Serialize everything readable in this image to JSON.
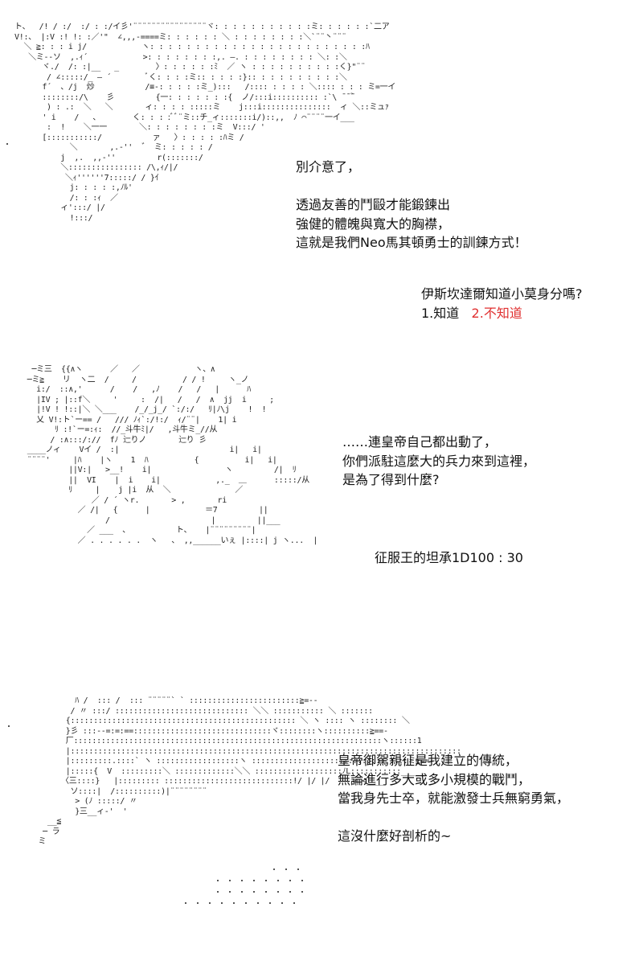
{
  "panel1": {
    "art": "ト、  /! / :/  :/ : :/イ彡'¨¨¨¨¨¨¨¨¨¨¨¨¨¨¨¨ヾ: : : : : : : : : : :ミ: : : : : :`二ア\nV!:、 |:V :! !: :／'\"  ∠,,,-====ミ: : : : : : ＼ : : : : : : : :＼`¨¨丶¨¨¨\n  ＼ ≧: : : i j/            ヽ: : : : : : : : : : : : : : : : : : : : : : : :ﾊ\n   ＼ミ--ソ  ,.ｨ´            >: : : : : : : :,. ―. : : : : : : : : ＼: :＼\n      ヾ./  /: :|__   _        〉: : : : : :ﾐ  ／ ヽ : : : : : : : : : :く}\"¨¨\n       / ∠:::::/_ ― ´        ﾞく: : : :ミ:: : : : :}:: : : : : : : : : :＼\n      f´  、/j  炒           /≡-: : : : :ミ_):::   /:::: : : : : ＼:::: : : : ミ=一イ\n      ::::::::/\\    彡         {一: : : : : : :{  ノ/:::i:::::::::: :`\\ ̄ ̄ ̄ﾞ\n       ) : .:  ＼   ＼       ィ: : : : :::::ミ    j:::i:::::::::::::::  ィ ＼::ミュｧ\n      ' i    /   、       く: : : :ﾞﾞ¨ミ::チ_ィ:::::::i/)::,,  ﾉ ⌒¨¨¨¨一イ___\n       :  !    ＼一一       ＼: : : : : : : :ミ  V:::/ '\n      [:::::::::::/           ァ   〉: : : : :ﾊミ /\n            ＼       ,.-''  ゛ ミ: : : : : /\n          j  ,.  ,,-''         r(:::::::/\n          ＼:::::::::::::::: /\\,ｨ/|/\n           ＼ｨ''''''7:::::/ / }ｲ\n            j: : : : :,ﾉﾙ'\n            /: : :ｨ  ／\n          ィ':::/ |/\n            !:::/",
    "dialogue_a": [
      "別介意了，",
      "",
      "透過友善的鬥毆才能鍛鍊出",
      "強健的體魄與寬大的胸襟，",
      "這就是我們Neo馬其頓勇士的訓鍊方式！"
    ],
    "question": "伊斯坎達爾知道小莫身分嗎?",
    "option_1": "1.知道",
    "option_2": "2.不知道",
    "option_2_color": "#e03030"
  },
  "panel2": {
    "art": "  ─ミ三  {{∧ヽ      ／   ／            ヽ、∧\n ─ミ≧    リ  ヽ二  /     /          / / !     ヽ_ノ\n   i:/  ::∧,'      /    /   ,ﾉ    /   /   |      ﾊ\n   |IV ; |::f＼     '     :  /|   /   /  ∧  jj  i     ;\n   |!V ! !::|＼ ＼___    /_/_j_/ `:/:/   ﾘ|ﾉ\\j    !  !\n   乂 V!:ト`ー== /   /// ﾉｨ`:/!:/  ｨ/¨¨|    1| i\n       ﾘ :!`ー=:ｨ:  //_斗牛ﾐ|/   ,斗牛ミ_//从\n      / :∧:::/://  fﾉ 辷りノ       辷り 彡\n ____ノィ    Vイ /  :|                        i|   i|\n ¨¨¨¨'     |ﾊ    |ヽ    1  ﾊ          {          i|   i|\n          ||V:|   >__!    i|                ヽ         /|  ﾘ\n          ||  VI    |  i    i|            ,._  ＿      :::::/从\n          ﾘ     |    j |i  从  ＼              ／\n               ／ / ´ ヽr.       > ,       ri\n            ／ /|   {      |            ＝7         ||\n                  /                      |         ||___\n              ／ ___  、          ト、   |¨¨¨¨¨¨¨¨¨|\n            ／ . . . . . .  ヽ   、 ,,______いぇ |::::| j ヽ...  |",
    "dialogue_b": [
      "……連皇帝自己都出動了，",
      "你們派駐這麼大的兵力來到這裡，",
      "是為了得到什麼?"
    ],
    "dice": "征服王的坦承1D100 : 30"
  },
  "panel3": {
    "art": "          ﾊ /  ::: /  ::: ¨¨¨¨¨` ` ::::::::::::::::::::::::≧=--\n         / 〃 :::/ ::::::::::::::::::::::::::::: ＼＼ ::::::::::: ＼ :::::::\n        {::::::::::::::::::::::::::::::::::::::::::::::::: ＼ ヽ :::: ヽ :::::::: ＼\n        }彡 :::--=:=:==::::::::::::::::::::::::::::::ヾ::::::::ヽ::::::::::≧==-\n        厂:::::::::::::::::::::::::::::::::::::::::::::::::::::::::::::::::::ヽ::::::1\n        |:::::::::::::::::::::::::::::::::::::::::::::::::::::::::::::::::::::::::::::::::::::\n        |:::::::::.::::` ヽ ::::::::::::::::::ヽ ::::::::::::::::::::::::::::::::::ミ≧==-\n        |:::::{  V  :::::::::＼ :::::::::::::＼＼ :::::::::::::::::::ﾉL:::::::::::___\n       〈三::::}   |::::::::: ::::::::::::::::::::::::::::!/ |/ |/   ― = <____\n         ソ::::|  /::::::::::)|¨¨¨¨¨¨¨¨\n          > (ﾉ :::::/ 〃\n          }三__ィ-'  '\n    __≦\n   ─ ラ\n  ミ",
    "dialogue_c": [
      "皇帝御駕親征是我建立的傳統，",
      "無論進行多大或多小規模的戰鬥，",
      "當我身先士卒，就能激發士兵無窮勇氣，",
      "",
      "這沒什麼好剖析的~"
    ]
  }
}
